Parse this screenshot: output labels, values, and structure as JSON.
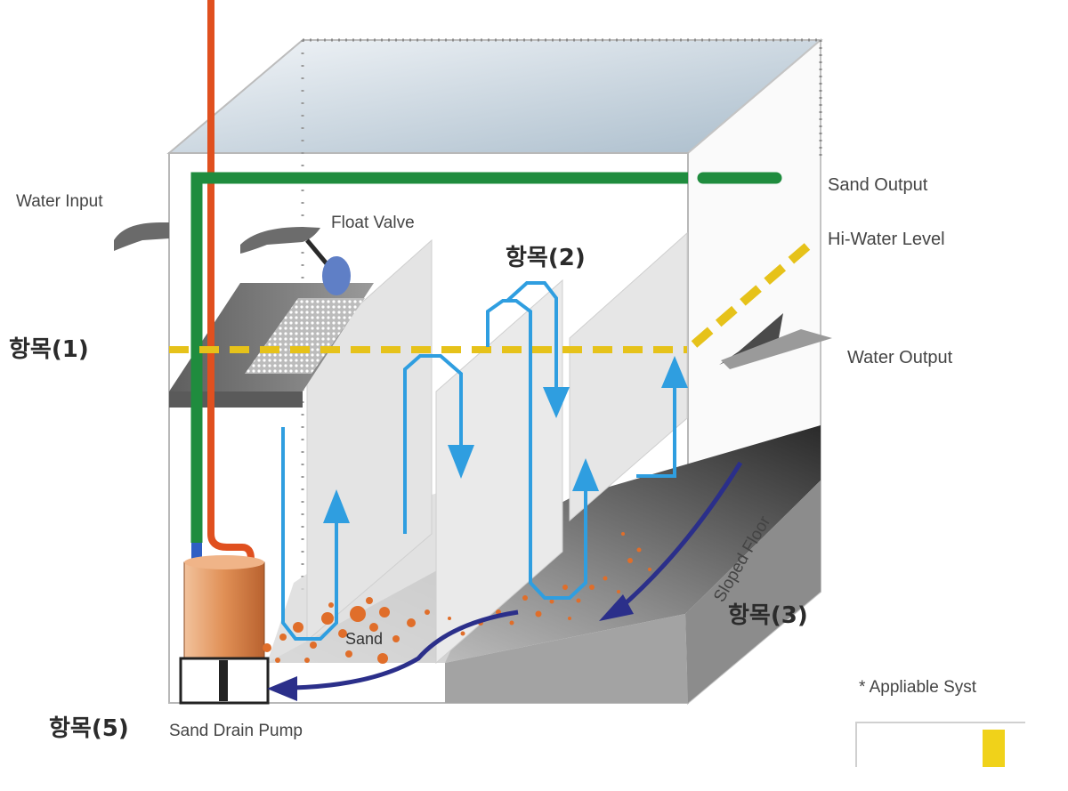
{
  "labels": {
    "water_input": "Water Input",
    "float_valve": "Float Valve",
    "sand_output": "Sand Output",
    "hi_water_level": "Hi-Water Level",
    "water_output": "Water Output",
    "item1": "항목(1)",
    "item2": "항목(2)",
    "item3": "항목(3)",
    "item5": "항목(5)",
    "sand_drain_pump": "Sand Drain Pump",
    "sand": "Sand",
    "sloped_floor": "Sloped Floor",
    "appliable_system": "* Appliable Syst"
  },
  "colors": {
    "water_flow": "#2f9ee0",
    "sand_return": "#2b2f8a",
    "sand_pipe": "#1f8c3e",
    "hi_water_line": "#e6c21a",
    "drain_pipe": "#e0501f",
    "pump_body": "#e0905a",
    "float_ball": "#5f7fc6",
    "legend_swatch": "#f0d21a"
  }
}
